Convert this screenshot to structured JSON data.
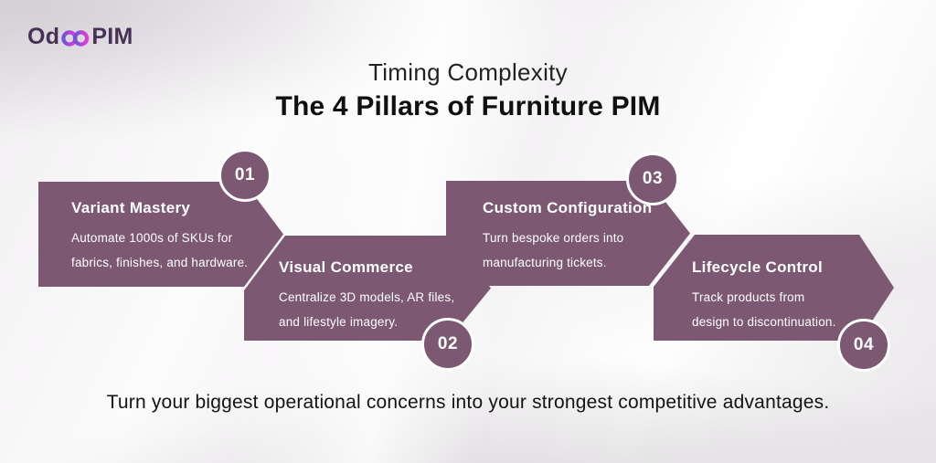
{
  "logo": {
    "prefix": "Od",
    "suffix": "PIM"
  },
  "header": {
    "subtitle": "Timing Complexity",
    "title": "The 4 Pillars of Furniture PIM"
  },
  "pillars": [
    {
      "number": "01",
      "title": "Variant Mastery",
      "line1": "Automate 1000s of SKUs for",
      "line2": "fabrics, finishes, and hardware."
    },
    {
      "number": "02",
      "title": "Visual Commerce",
      "line1": "Centralize 3D models, AR files,",
      "line2": "and lifestyle imagery."
    },
    {
      "number": "03",
      "title": "Custom Configuration",
      "line1": "Turn bespoke orders into",
      "line2": "manufacturing tickets."
    },
    {
      "number": "04",
      "title": "Lifecycle Control",
      "line1": "Track products from",
      "line2": "design to discontinuation."
    }
  ],
  "footer": {
    "tagline": "Turn your biggest operational concerns into your strongest competitive advantages."
  },
  "colors": {
    "pillar": "#7c5873",
    "logo-text": "#473157",
    "infinity-start": "#6f54d8",
    "infinity-end": "#e23bd9",
    "heading": "#101010"
  }
}
